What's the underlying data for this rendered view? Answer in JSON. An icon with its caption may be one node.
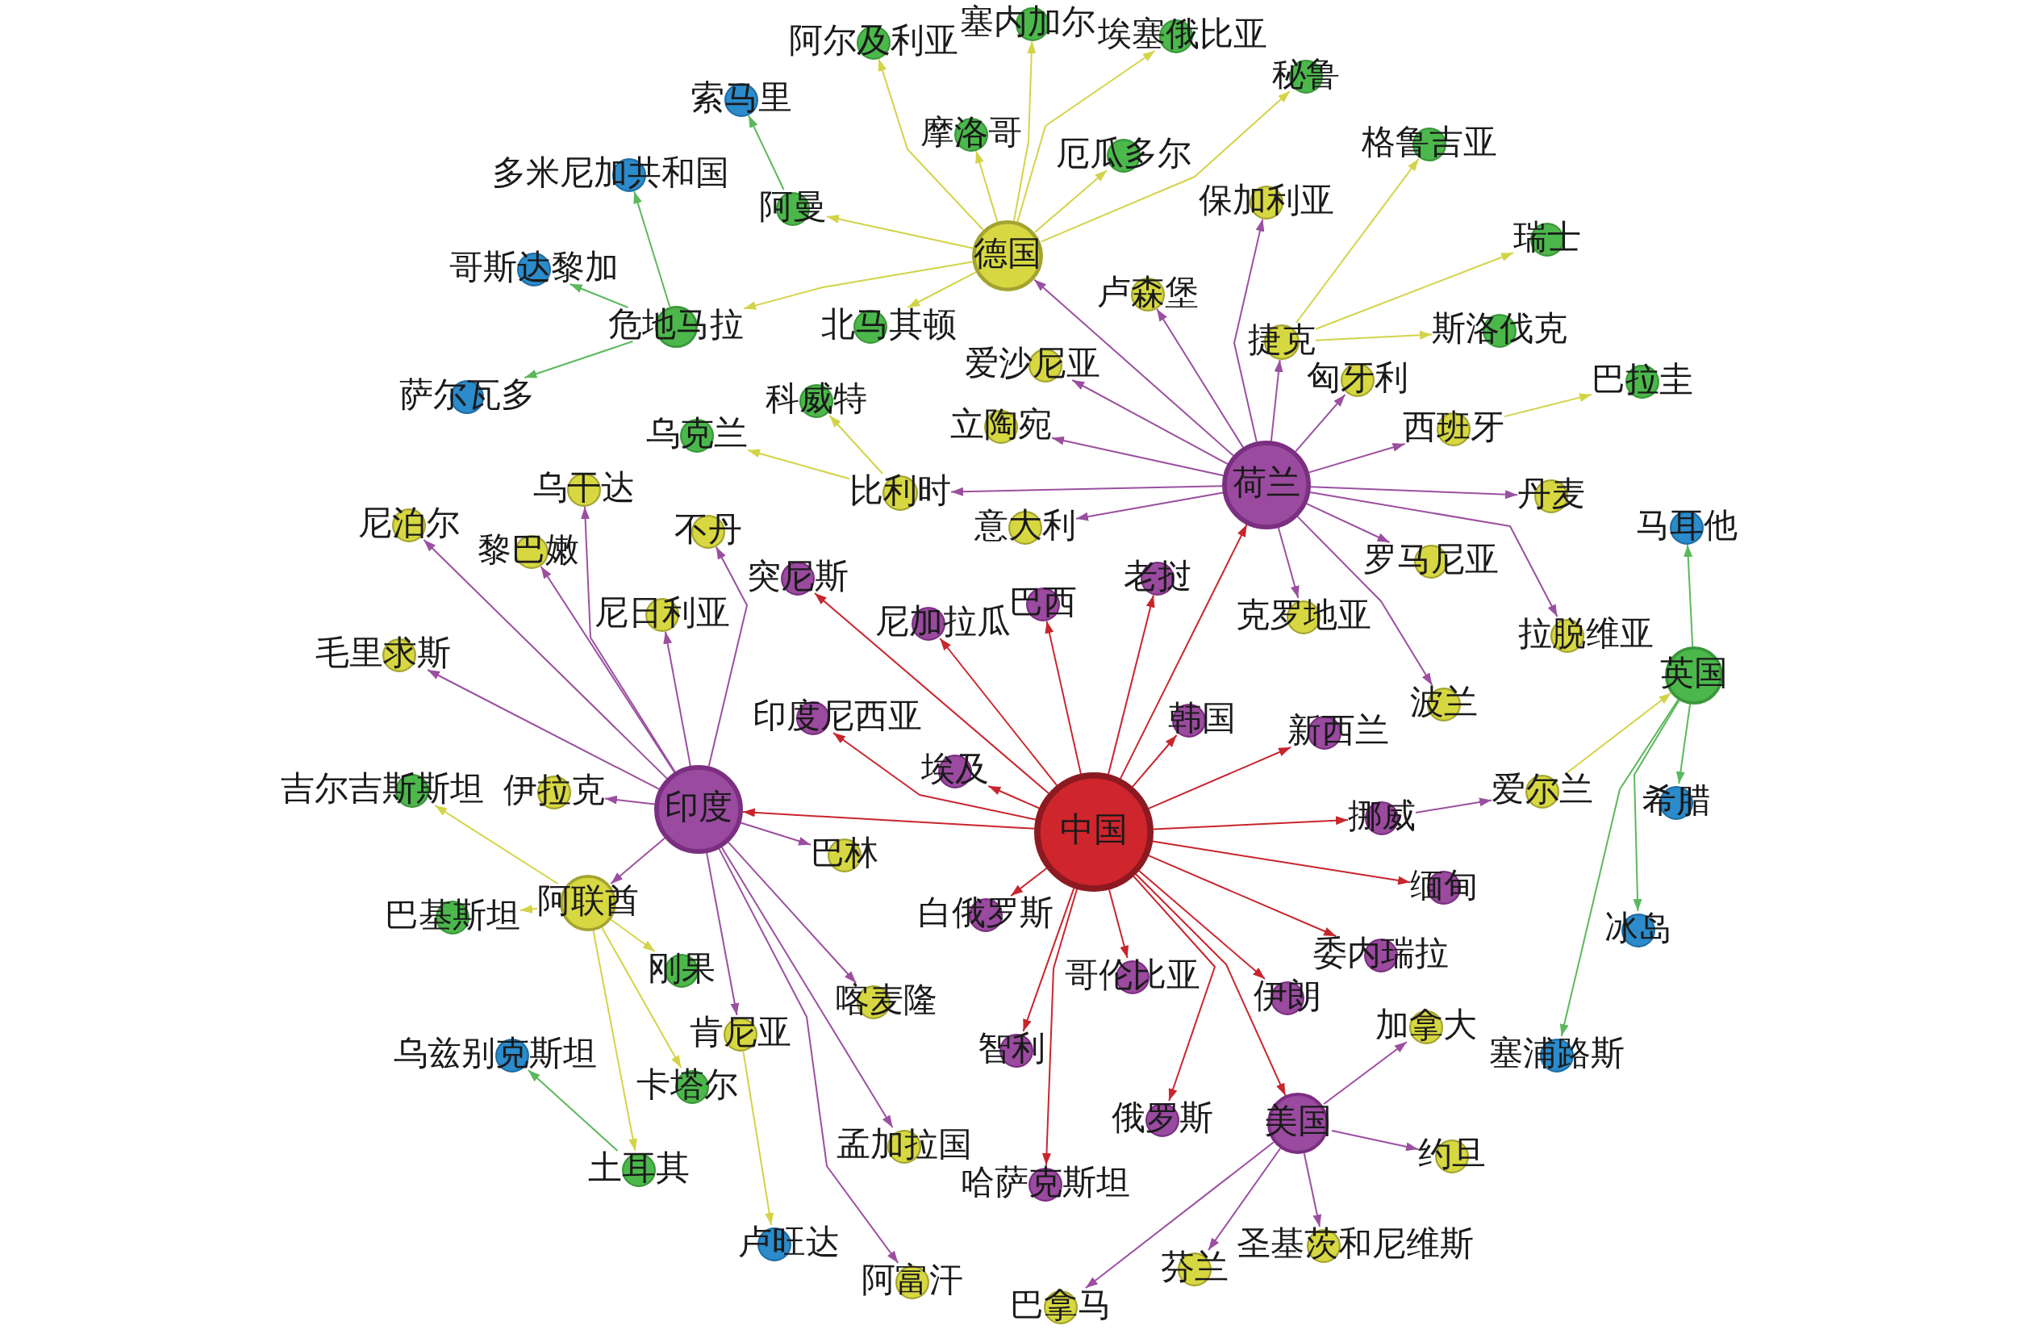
{
  "diagram": {
    "nodes": [
      {
        "text": [
          "塞内加尔"
        ]
      },
      {
        "text": [
          "埃塞俄比亚"
        ]
      },
      {
        "text": [
          "阿尔及利亚"
        ]
      },
      {
        "text": [
          "秘鲁"
        ]
      },
      {
        "text": [
          "索马里"
        ]
      },
      {
        "text": [
          "摩洛哥"
        ]
      },
      {
        "text": [
          "格鲁吉亚"
        ]
      },
      {
        "text": [
          "厄瓜多尔"
        ]
      },
      {
        "text": [
          "多米尼加共和国"
        ]
      },
      {
        "text": [
          "保加利亚"
        ]
      },
      {
        "text": [
          "阿曼"
        ]
      },
      {
        "text": [
          "瑞士"
        ]
      },
      {
        "text": [
          "德国"
        ]
      },
      {
        "text": [
          "哥斯达黎加"
        ]
      },
      {
        "text": [
          "卢森堡"
        ]
      },
      {
        "text": [
          "危地马拉"
        ]
      },
      {
        "text": [
          "北马其顿"
        ]
      },
      {
        "text": [
          "斯洛伐克"
        ]
      },
      {
        "text": [
          "捷克"
        ]
      },
      {
        "text": [
          "爱沙尼亚"
        ]
      },
      {
        "text": [
          "匈牙利"
        ]
      },
      {
        "text": [
          "巴拉圭"
        ]
      },
      {
        "text": [
          "萨尔瓦多"
        ]
      },
      {
        "text": [
          "科威特"
        ]
      },
      {
        "text": [
          "立陶宛"
        ]
      },
      {
        "text": [
          "西班牙"
        ]
      },
      {
        "text": [
          "乌克兰"
        ]
      },
      {
        "text": [
          "荷兰"
        ]
      },
      {
        "text": [
          "乌干达"
        ]
      },
      {
        "text": [
          "比利时"
        ]
      },
      {
        "text": [
          "丹麦"
        ]
      },
      {
        "text": [
          "尼泊尔"
        ]
      },
      {
        "text": [
          "意大利"
        ]
      },
      {
        "text": [
          "马耳他"
        ]
      },
      {
        "text": [
          "不丹"
        ]
      },
      {
        "text": [
          "黎巴嫩"
        ]
      },
      {
        "text": [
          "罗马尼亚"
        ]
      },
      {
        "text": [
          "突尼斯"
        ]
      },
      {
        "text": [
          "老挝"
        ]
      },
      {
        "text": [
          "巴西"
        ]
      },
      {
        "text": [
          "尼日利亚"
        ]
      },
      {
        "text": [
          "克罗地亚"
        ]
      },
      {
        "text": [
          "尼加拉瓜"
        ]
      },
      {
        "text": [
          "拉脱维亚"
        ]
      },
      {
        "text": [
          "毛里求斯"
        ]
      },
      {
        "text": [
          "英国"
        ]
      },
      {
        "text": [
          "波兰"
        ]
      },
      {
        "text": [
          "印度尼西亚"
        ]
      },
      {
        "text": [
          "韩国"
        ]
      },
      {
        "text": [
          "新西兰"
        ]
      },
      {
        "text": [
          "埃及"
        ]
      },
      {
        "text": [
          "吉尔吉斯斯坦"
        ]
      },
      {
        "text": [
          "爱尔兰"
        ]
      },
      {
        "text": [
          "伊拉克"
        ]
      },
      {
        "text": [
          "希腊"
        ]
      },
      {
        "text": [
          "印度"
        ]
      },
      {
        "text": [
          "挪威"
        ]
      },
      {
        "text": [
          "中国"
        ]
      },
      {
        "text": [
          "巴林"
        ]
      },
      {
        "text": [
          "缅甸"
        ]
      },
      {
        "text": [
          "阿联酋"
        ]
      },
      {
        "text": [
          "白俄罗斯"
        ]
      },
      {
        "text": [
          "巴基斯坦"
        ]
      },
      {
        "text": [
          "冰岛"
        ]
      },
      {
        "text": [
          "委内瑞拉"
        ]
      },
      {
        "text": [
          "刚果"
        ]
      },
      {
        "text": [
          "哥伦比亚"
        ]
      },
      {
        "text": [
          "伊朗"
        ]
      },
      {
        "text": [
          "喀麦隆"
        ]
      },
      {
        "text": [
          "加拿大"
        ]
      },
      {
        "text": [
          "肯尼亚"
        ]
      },
      {
        "text": [
          "智利"
        ]
      },
      {
        "text": [
          "塞浦路斯"
        ]
      },
      {
        "text": [
          "乌兹别克斯坦"
        ]
      },
      {
        "text": [
          "卡塔尔"
        ]
      },
      {
        "text": [
          "俄罗斯"
        ]
      },
      {
        "text": [
          "美国"
        ]
      },
      {
        "text": [
          "孟加拉国"
        ]
      },
      {
        "text": [
          "约旦"
        ]
      },
      {
        "text": [
          "土耳其"
        ]
      },
      {
        "text": [
          "哈萨克斯坦"
        ]
      },
      {
        "text": [
          "卢旺达"
        ]
      },
      {
        "text": [
          "圣基茨和尼维斯"
        ]
      },
      {
        "text": [
          "芬兰"
        ]
      },
      {
        "text": [
          "阿富汗"
        ]
      },
      {
        "text": [
          "巴拿马"
        ]
      }
    ],
    "edges": [
      {
        "from": 57,
        "to": 55,
        "arrow": "to",
        "color": "#c8252d"
      },
      {
        "from": 57,
        "to": 27,
        "arrow": "to",
        "color": "#c8252d"
      },
      {
        "from": 57,
        "to": 37,
        "arrow": "to",
        "color": "#c8252d"
      },
      {
        "from": 57,
        "to": 42,
        "arrow": "to",
        "color": "#c8252d"
      },
      {
        "from": 57,
        "to": 39,
        "arrow": "to",
        "color": "#c8252d"
      },
      {
        "from": 57,
        "to": 38,
        "arrow": "to",
        "color": "#c8252d"
      },
      {
        "from": 57,
        "to": 48,
        "arrow": "to",
        "color": "#c8252d"
      },
      {
        "from": 57,
        "to": 49,
        "arrow": "to",
        "color": "#c8252d"
      },
      {
        "from": 57,
        "to": 47,
        "arrow": "to",
        "color": "#c8252d"
      },
      {
        "from": 57,
        "to": 50,
        "arrow": "to",
        "color": "#c8252d"
      },
      {
        "from": 57,
        "to": 56,
        "arrow": "to",
        "color": "#c8252d"
      },
      {
        "from": 57,
        "to": 59,
        "arrow": "to",
        "color": "#c8252d"
      },
      {
        "from": 57,
        "to": 64,
        "arrow": "to",
        "color": "#c8252d"
      },
      {
        "from": 57,
        "to": 67,
        "arrow": "to",
        "color": "#c8252d"
      },
      {
        "from": 57,
        "to": 76,
        "arrow": "to",
        "color": "#c8252d"
      },
      {
        "from": 57,
        "to": 66,
        "arrow": "to",
        "color": "#c8252d"
      },
      {
        "from": 57,
        "to": 75,
        "arrow": "to",
        "color": "#c8252d"
      },
      {
        "from": 57,
        "to": 80,
        "arrow": "to",
        "color": "#c8252d"
      },
      {
        "from": 57,
        "to": 71,
        "arrow": "to",
        "color": "#c8252d"
      },
      {
        "from": 57,
        "to": 61,
        "arrow": "to",
        "color": "#c8252d"
      },
      {
        "from": 27,
        "to": 12,
        "arrow": "to"
      },
      {
        "from": 27,
        "to": 14,
        "arrow": "to"
      },
      {
        "from": 27,
        "to": 19,
        "arrow": "to"
      },
      {
        "from": 27,
        "to": 24,
        "arrow": "to"
      },
      {
        "from": 27,
        "to": 29,
        "arrow": "to"
      },
      {
        "from": 27,
        "to": 32,
        "arrow": "to"
      },
      {
        "from": 27,
        "to": 9,
        "arrow": "to"
      },
      {
        "from": 27,
        "to": 18,
        "arrow": "to"
      },
      {
        "from": 27,
        "to": 20,
        "arrow": "to"
      },
      {
        "from": 27,
        "to": 25,
        "arrow": "to"
      },
      {
        "from": 27,
        "to": 30,
        "arrow": "to"
      },
      {
        "from": 27,
        "to": 36,
        "arrow": "to"
      },
      {
        "from": 27,
        "to": 43,
        "arrow": "to"
      },
      {
        "from": 27,
        "to": 41,
        "arrow": "to"
      },
      {
        "from": 27,
        "to": 46,
        "arrow": "to"
      },
      {
        "from": 12,
        "to": 2,
        "arrow": "to",
        "color": "#d3d348"
      },
      {
        "from": 12,
        "to": 5,
        "arrow": "to",
        "color": "#d3d348"
      },
      {
        "from": 12,
        "to": 0,
        "arrow": "to",
        "color": "#d3d348"
      },
      {
        "from": 12,
        "to": 1,
        "arrow": "to",
        "color": "#d3d348"
      },
      {
        "from": 12,
        "to": 7,
        "arrow": "to",
        "color": "#d3d348"
      },
      {
        "from": 12,
        "to": 3,
        "arrow": "to",
        "color": "#d3d348"
      },
      {
        "from": 12,
        "to": 16,
        "arrow": "to",
        "color": "#d3d348"
      },
      {
        "from": 12,
        "to": 15,
        "arrow": "to",
        "color": "#d3d348"
      },
      {
        "from": 12,
        "to": 10,
        "arrow": "to",
        "color": "#d3d348"
      },
      {
        "from": 15,
        "to": 8,
        "arrow": "to",
        "color": "#5cb85c"
      },
      {
        "from": 15,
        "to": 13,
        "arrow": "to",
        "color": "#5cb85c"
      },
      {
        "from": 15,
        "to": 22,
        "arrow": "to",
        "color": "#5cb85c"
      },
      {
        "from": 10,
        "to": 4,
        "arrow": "to",
        "color": "#5cb85c"
      },
      {
        "from": 18,
        "to": 6,
        "arrow": "to",
        "color": "#d3d348"
      },
      {
        "from": 18,
        "to": 11,
        "arrow": "to",
        "color": "#d3d348"
      },
      {
        "from": 18,
        "to": 17,
        "arrow": "to",
        "color": "#d3d348"
      },
      {
        "from": 25,
        "to": 21,
        "arrow": "to",
        "color": "#d3d348"
      },
      {
        "from": 29,
        "to": 23,
        "arrow": "to",
        "color": "#d3d348"
      },
      {
        "from": 29,
        "to": 26,
        "arrow": "to",
        "color": "#d3d348"
      },
      {
        "from": 55,
        "to": 31,
        "arrow": "to"
      },
      {
        "from": 55,
        "to": 35,
        "arrow": "to"
      },
      {
        "from": 55,
        "to": 28,
        "arrow": "to"
      },
      {
        "from": 55,
        "to": 40,
        "arrow": "to"
      },
      {
        "from": 55,
        "to": 34,
        "arrow": "to"
      },
      {
        "from": 55,
        "to": 44,
        "arrow": "to"
      },
      {
        "from": 55,
        "to": 53,
        "arrow": "to"
      },
      {
        "from": 55,
        "to": 60,
        "arrow": "to"
      },
      {
        "from": 55,
        "to": 70,
        "arrow": "to"
      },
      {
        "from": 55,
        "to": 58,
        "arrow": "to"
      },
      {
        "from": 55,
        "to": 68,
        "arrow": "to"
      },
      {
        "from": 55,
        "to": 77,
        "arrow": "to"
      },
      {
        "from": 55,
        "to": 84,
        "arrow": "to"
      },
      {
        "from": 60,
        "to": 51,
        "arrow": "to",
        "color": "#d3d348"
      },
      {
        "from": 60,
        "to": 62,
        "arrow": "to",
        "color": "#d3d348"
      },
      {
        "from": 60,
        "to": 65,
        "arrow": "to",
        "color": "#d3d348"
      },
      {
        "from": 60,
        "to": 74,
        "arrow": "to",
        "color": "#d3d348"
      },
      {
        "from": 60,
        "to": 79,
        "arrow": "to",
        "color": "#d3d348"
      },
      {
        "from": 70,
        "to": 81,
        "arrow": "to",
        "color": "#d3d348"
      },
      {
        "from": 79,
        "to": 73,
        "arrow": "to",
        "color": "#5cb85c"
      },
      {
        "from": 76,
        "to": 69,
        "arrow": "to"
      },
      {
        "from": 76,
        "to": 78,
        "arrow": "to"
      },
      {
        "from": 76,
        "to": 82,
        "arrow": "to"
      },
      {
        "from": 76,
        "to": 83,
        "arrow": "to"
      },
      {
        "from": 76,
        "to": 85,
        "arrow": "to"
      },
      {
        "from": 45,
        "to": 33,
        "arrow": "to",
        "color": "#5cb85c"
      },
      {
        "from": 45,
        "to": 54,
        "arrow": "to",
        "color": "#5cb85c"
      },
      {
        "from": 45,
        "to": 63,
        "arrow": "to",
        "color": "#5cb85c"
      },
      {
        "from": 45,
        "to": 72,
        "arrow": "to",
        "color": "#5cb85c"
      },
      {
        "from": 52,
        "to": 45,
        "arrow": "to",
        "color": "#d3d348"
      },
      {
        "from": 56,
        "to": 52,
        "arrow": "to"
      }
    ]
  }
}
